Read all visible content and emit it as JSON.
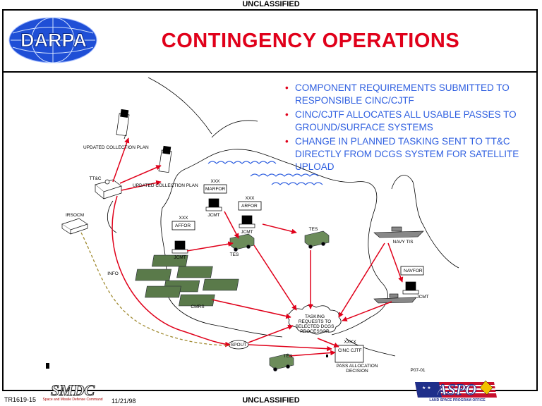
{
  "classification_top": "UNCLASSIFIED",
  "classification_bottom": "UNCLASSIFIED",
  "logo_darpa": "DARPA",
  "title": "CONTINGENCY OPERATIONS",
  "bullets": [
    "COMPONENT REQUIREMENTS SUBMITTED TO RESPONSIBLE CINC/CJTF",
    "CINC/CJTF ALLOCATES ALL USABLE PASSES TO GROUND/SURFACE SYSTEMS",
    "CHANGE IN PLANNED TASKING SENT TO TT&C DIRECTLY FROM DCGS SYSTEM FOR SATELLITE UPLOAD"
  ],
  "diagram": {
    "updated_collection_plan_1": "UPDATED COLLECTION PLAN",
    "updated_collection_plan_2": "UPDATED COLLECTION PLAN",
    "ttc": "TT&C",
    "irsocm": "IRSOCM",
    "info": "INFO",
    "marfor_rank": "XXX",
    "marfor": "MARFOR",
    "marfor_jcmt": "JCMT",
    "arfor_rank": "XXX",
    "arfor": "ARFOR",
    "arfor_jcmt": "JCMT",
    "afor_rank": "XXX",
    "afor": "AFFOR",
    "afor_jcmt": "JCMT",
    "tes_top": "TES",
    "tes_bottom": "TES",
    "tes_left": "TES",
    "navy_tis": "NAVY TIS",
    "navfor": "NAVFOR",
    "navfor_jcmt": "JCMT",
    "cmrs": "CMRS",
    "tasking": "TASKING REQUESTS TO SELECTED DCGS PROCESSOR",
    "spout": "SPOUT",
    "cinc_rank": "XXXX",
    "cinc": "CINC CJTF",
    "pass_allocation": "PASS ALLOCATION DECISION",
    "figure_code": "P07-01"
  },
  "footer": {
    "doc_id": "TR1619-15",
    "date": "11/21/98",
    "smdc": "SMDC",
    "smdc_sub": "Space and Missile Defense Command",
    "aspo": "ASPO",
    "aspo_sub": "LAND SPACE PROGRAM OFFICE"
  },
  "colors": {
    "title_red": "#e0001a",
    "bullet_blue": "#2f5fe0",
    "darpa_blue": "#1f4fd6",
    "arrow_red": "#e0001a",
    "equipment_green": "#5a7a4a"
  }
}
